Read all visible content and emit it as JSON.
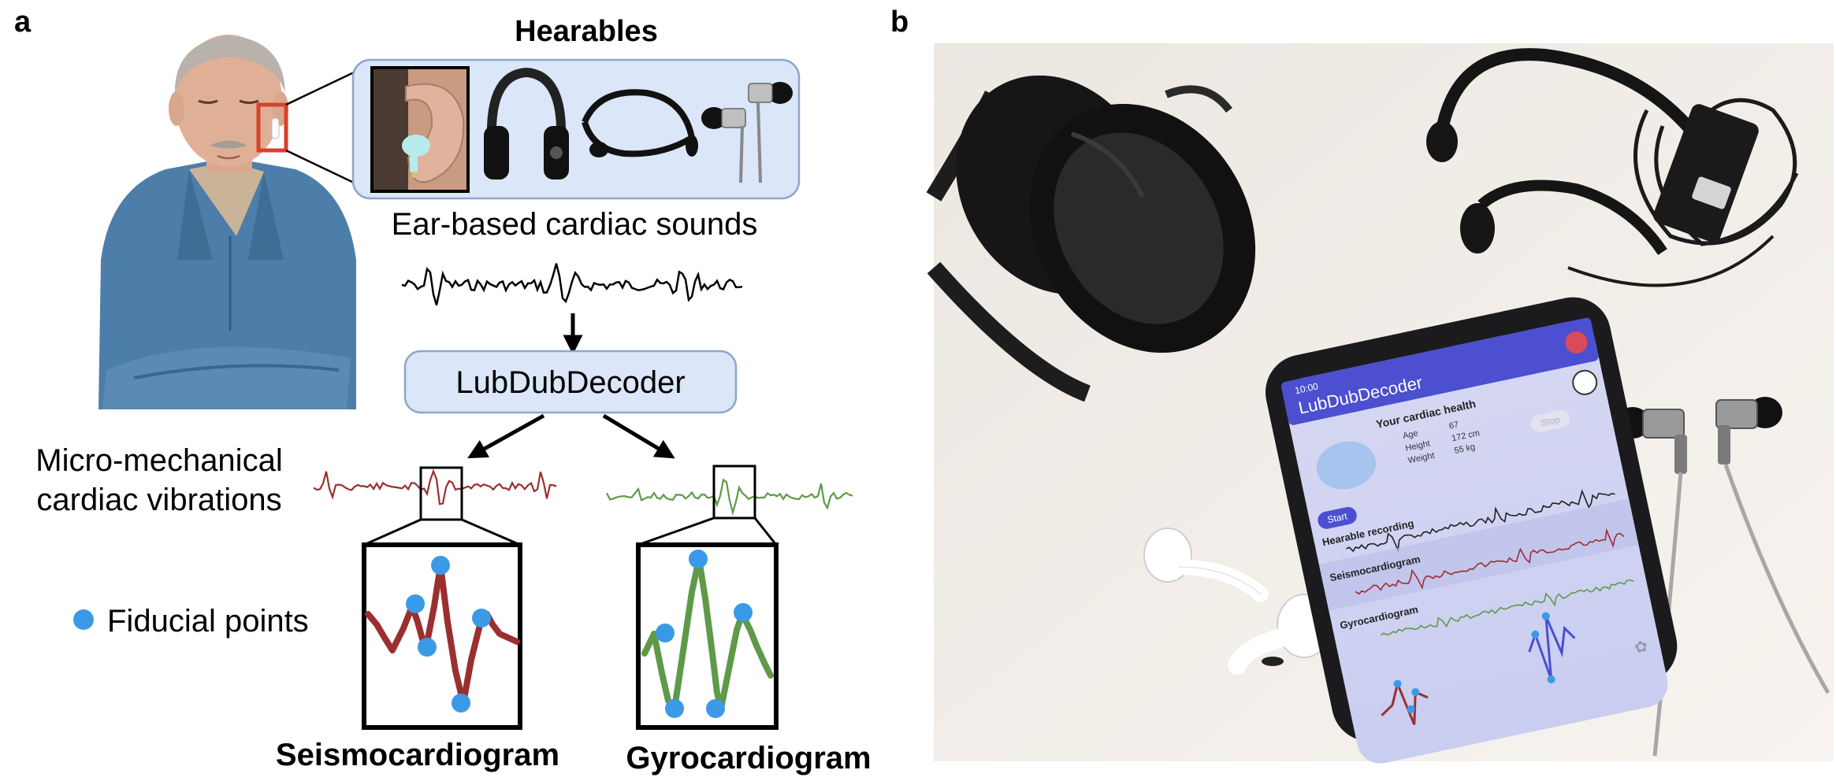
{
  "panels": {
    "a": {
      "letter": "a",
      "hearables_title": "Hearables",
      "ear_sounds_label": "Ear-based cardiac sounds",
      "decoder_label": "LubDubDecoder",
      "vibrations_label_line1": "Micro-mechanical",
      "vibrations_label_line2": "cardiac vibrations",
      "fiducial_label": "Fiducial points",
      "scg_label": "Seismocardiogram",
      "gcg_label": "Gyrocardiogram"
    },
    "b": {
      "letter": "b",
      "phone": {
        "status_time": "10:00",
        "app_title": "LubDubDecoder",
        "health_heading": "Your cardiac health",
        "age_label": "Age",
        "age_value": "67",
        "height_label": "Height",
        "height_value": "172 cm",
        "weight_label": "Weight",
        "weight_value": "55 kg",
        "start_label": "Start",
        "stop_label": "Stop",
        "rec_label": "Hearable recording",
        "scg_label": "Seismocardiogram",
        "gcg_label": "Gyrocardiogram"
      }
    }
  },
  "colors": {
    "panel_fill": "#dbe6f8",
    "panel_stroke": "#8fa6c8",
    "scg": "#9b2f2f",
    "gcg": "#5e9a48",
    "fiducial": "#3b9ae8",
    "callout": "#d9412b",
    "phone_accent": "#4b4fd0"
  }
}
